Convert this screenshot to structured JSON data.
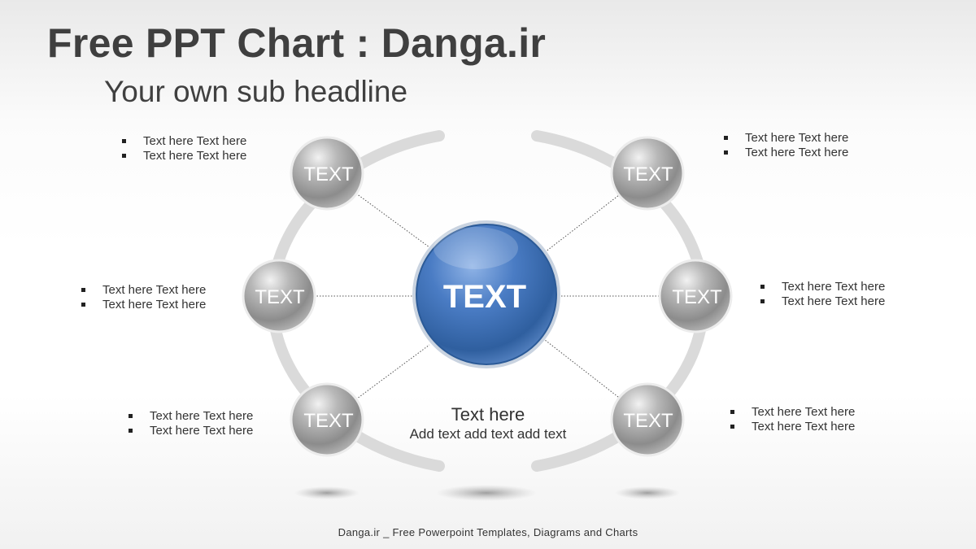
{
  "title": "Free PPT Chart : Danga.ir",
  "subtitle": "Your own sub headline",
  "center_node": {
    "label": "TEXT",
    "color": "#3d6fb4"
  },
  "nodes": [
    {
      "label": "TEXT",
      "bullets": [
        "Text here Text here",
        "Text here Text here"
      ]
    },
    {
      "label": "TEXT",
      "bullets": [
        "Text here Text here",
        "Text here Text here"
      ]
    },
    {
      "label": "TEXT",
      "bullets": [
        "Text here Text here",
        "Text here Text here"
      ]
    },
    {
      "label": "TEXT",
      "bullets": [
        "Text here Text here",
        "Text here Text here"
      ]
    },
    {
      "label": "TEXT",
      "bullets": [
        "Text here Text here",
        "Text here Text here"
      ]
    },
    {
      "label": "TEXT",
      "bullets": [
        "Text here Text here",
        "Text here Text here"
      ]
    }
  ],
  "center_caption": {
    "heading": "Text here",
    "body": "Add text add text add text"
  },
  "footer": "Danga.ir _ Free Powerpoint Templates, Diagrams and Charts",
  "colors": {
    "node_gray": "#9a9a9a",
    "ring": "#d9d9d9",
    "title": "#3f3f3f"
  }
}
